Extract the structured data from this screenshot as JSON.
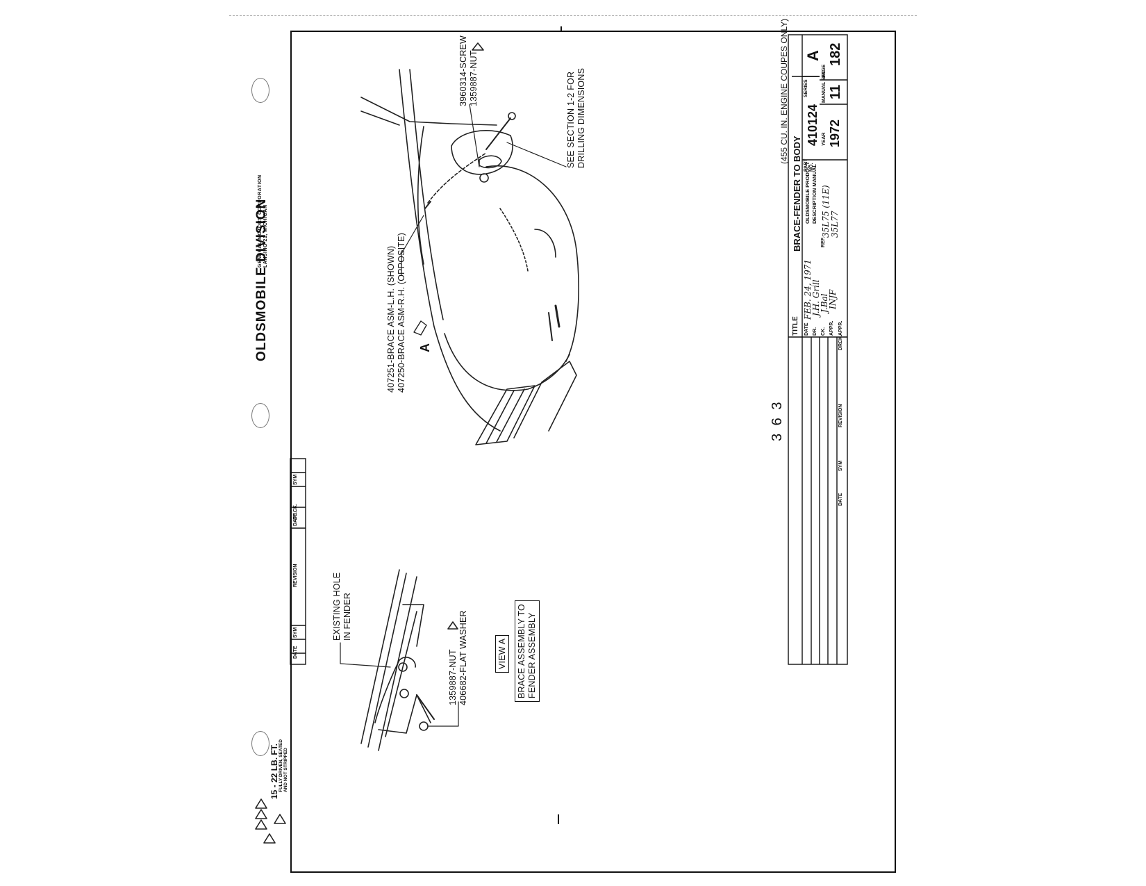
{
  "header": {
    "division": "OLDSMOBILE DIVISION",
    "corporation": "GENERAL MOTORS CORPORATION",
    "location": "LANSING 21, MICHIGAN"
  },
  "main_view": {
    "brace_lh": "407251-BRACE ASM-L.H. (SHOWN)",
    "brace_rh": "407250-BRACE ASM-R.H. (OPPOSITE)",
    "view_marker": "A",
    "screw": "3960314-SCREW",
    "nut": "1359887-NUT",
    "section_note_1": "SEE SECTION 1-2 FOR",
    "section_note_2": "DRILLING DIMENSIONS"
  },
  "view_a": {
    "label": "VIEW A",
    "hole_1": "EXISTING HOLE",
    "hole_2": "IN FENDER",
    "nut": "1359887-NUT",
    "washer": "406682-FLAT WASHER",
    "caption_1": "BRACE ASSEMBLY TO",
    "caption_2": "FENDER ASSEMBLY"
  },
  "legend": {
    "torque": "15 - 22 LB. FT.",
    "note_1": "FULLY DRIVEN, SEATED",
    "note_2": "AND NOT STRIPPED"
  },
  "page_stamp": "3 6 3",
  "title_block": {
    "title_label": "TITLE",
    "title": "BRACE-FENDER TO BODY",
    "subtitle": "(455 CU. IN. ENGINE COUPES ONLY)",
    "date_label": "DATE",
    "date_value": "FEB. 24, 1971",
    "dr_label": "DR.",
    "dr_value": "J.H. Grill",
    "ck_label": "CK.",
    "ck_value": "J.Bal",
    "appr_label": "APPR.",
    "appr_value": "INJF",
    "appr2_label": "APPR.",
    "product_1": "OLDSMOBILE PRODUCT",
    "product_2": "DESCRIPTION MANUAL",
    "ref_label": "REF.",
    "ref_value_1": "35L75 (11E)",
    "ref_value_2": "35L77",
    "part_label_1": "PART",
    "part_label_2": "NO.",
    "part_no": "410124",
    "series_label": "SERIES",
    "series": "A",
    "year_label": "YEAR",
    "year": "1972",
    "manual_label": "MANUAL SEC.",
    "manual_sec": "11",
    "page_label": "PAGE",
    "page": "182",
    "revision_label": "REVISION",
    "sym_label": "SYM",
    "date_col_label": "DATE",
    "dr_col": "DR.",
    "ck_col": "CK."
  }
}
